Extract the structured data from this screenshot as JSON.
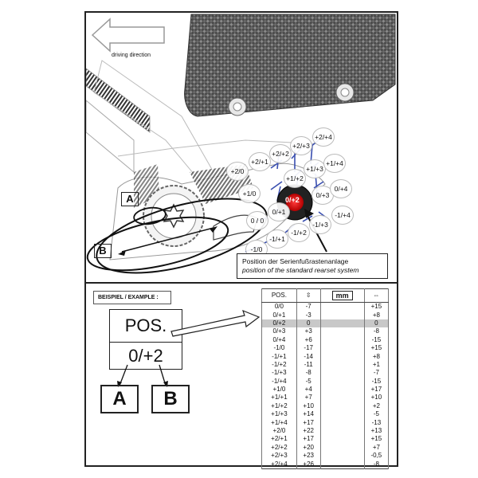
{
  "direction_label": "driving direction",
  "letter_a": "A",
  "letter_b": "B",
  "center_position": "0/+2",
  "caption": {
    "de": "Position der Serienfußrastenanlage",
    "en": "position of the standard rearset system"
  },
  "positions": [
    {
      "label": "+2/+4"
    },
    {
      "label": "+2/+3"
    },
    {
      "label": "+2/+2"
    },
    {
      "label": "+2/+1"
    },
    {
      "label": "+2/0"
    },
    {
      "label": "+1/+3"
    },
    {
      "label": "+1/+4"
    },
    {
      "label": "+1/+2"
    },
    {
      "label": "+1/0"
    },
    {
      "label": "0/+3"
    },
    {
      "label": "0/+4"
    },
    {
      "label": "0/+1"
    },
    {
      "label": "0 / 0"
    },
    {
      "label": "-1/+4"
    },
    {
      "label": "-1/+3"
    },
    {
      "label": "-1/+2"
    },
    {
      "label": "-1/+1"
    },
    {
      "label": "-1/0"
    }
  ],
  "example": {
    "title": "BEISPIEL / EXAMPLE :",
    "pos_label": "POS.",
    "pos_value": "0/+2",
    "a": "A",
    "b": "B"
  },
  "table": {
    "headers": [
      "POS.",
      "⇳",
      "mm",
      "⇔"
    ],
    "highlight_row": 2,
    "rows": [
      [
        "0/0",
        "-7",
        "+15"
      ],
      [
        "0/+1",
        "-3",
        "+8"
      ],
      [
        "0/+2",
        "0",
        "0"
      ],
      [
        "0/+3",
        "+3",
        "-8"
      ],
      [
        "0/+4",
        "+6",
        "-15"
      ],
      [
        "-1/0",
        "-17",
        "+15"
      ],
      [
        "-1/+1",
        "-14",
        "+8"
      ],
      [
        "-1/+2",
        "-11",
        "+1"
      ],
      [
        "-1/+3",
        "-8",
        "-7"
      ],
      [
        "-1/+4",
        "-5",
        "-15"
      ],
      [
        "+1/0",
        "+4",
        "+17"
      ],
      [
        "+1/+1",
        "+7",
        "+10"
      ],
      [
        "+1/+2",
        "+10",
        "+2"
      ],
      [
        "+1/+3",
        "+14",
        "-5"
      ],
      [
        "+1/+4",
        "+17",
        "-13"
      ],
      [
        "+2/0",
        "+22",
        "+13"
      ],
      [
        "+2/+1",
        "+17",
        "+15"
      ],
      [
        "+2/+2",
        "+20",
        "+7"
      ],
      [
        "+2/+3",
        "+23",
        "-0,5"
      ],
      [
        "+2/+4",
        "+26",
        "-8"
      ]
    ]
  }
}
